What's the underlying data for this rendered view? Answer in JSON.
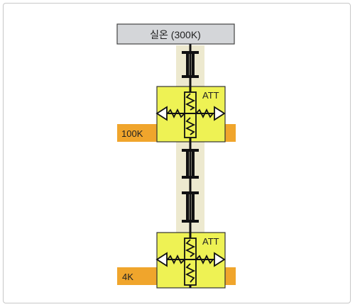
{
  "diagram": {
    "room_temp_label": "실온 (300K)",
    "stage_100k_label": "100K",
    "stage_4k_label": "4K",
    "attenuator_upper_label": "ATT",
    "attenuator_lower_label": "ATT"
  },
  "colors": {
    "room_bar": "#d4d6d9",
    "stage_orange": "#f0a52c",
    "attenuator_yellow": "#eef254",
    "connector_beige": "#ede9cf",
    "outline": "#333333"
  }
}
